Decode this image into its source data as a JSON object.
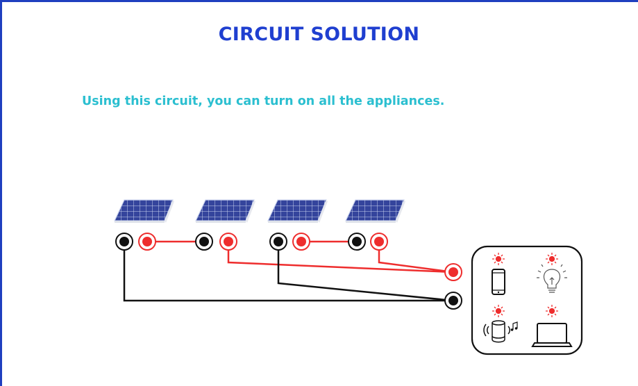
{
  "slide": {
    "title": "CIRCUIT SOLUTION",
    "subtitle": "Using this circuit, you can turn on all the appliances."
  },
  "diagram": {
    "panel_count": 4,
    "wire_colors": {
      "positive": "#ee2d2d",
      "negative": "#111111"
    },
    "panel_color": "#2f3f96",
    "appliances": [
      {
        "name": "smartphone",
        "icon": "smartphone-icon",
        "status": "on"
      },
      {
        "name": "light bulb",
        "icon": "lightbulb-icon",
        "status": "on"
      },
      {
        "name": "smart speaker",
        "icon": "speaker-icon",
        "status": "on"
      },
      {
        "name": "laptop",
        "icon": "laptop-icon",
        "status": "on"
      }
    ]
  }
}
